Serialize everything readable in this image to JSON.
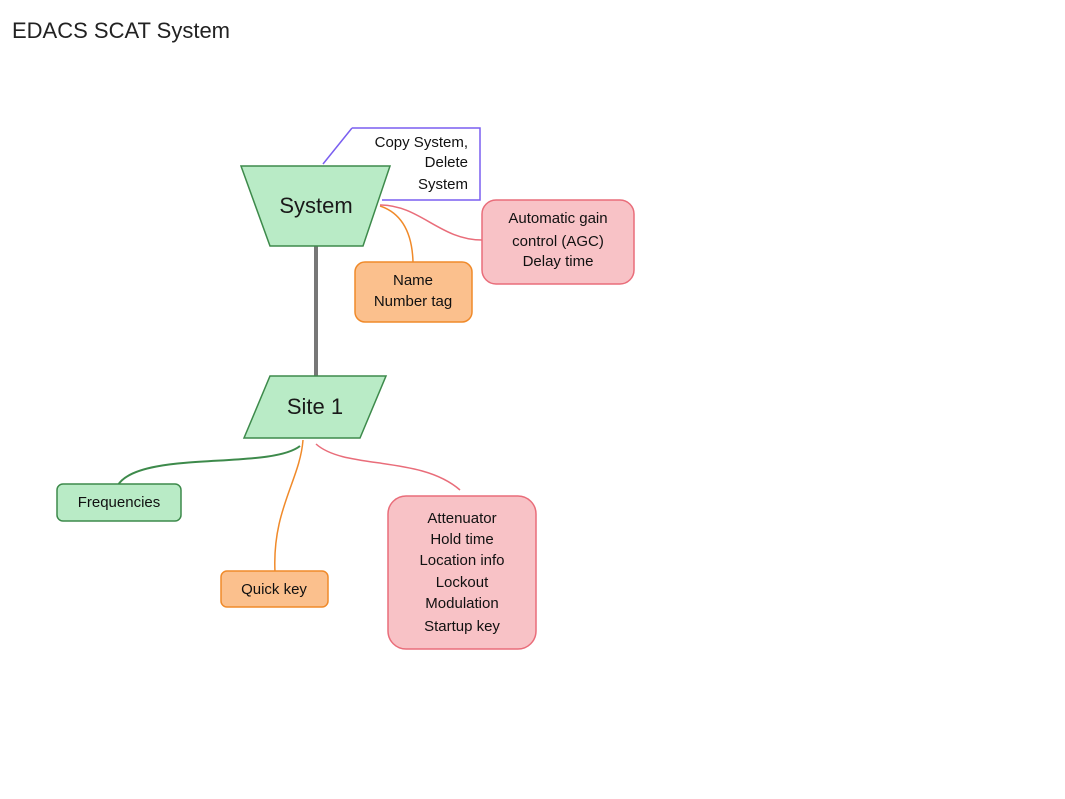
{
  "title": "EDACS SCAT System",
  "colors": {
    "green_fill": "#b9ebc6",
    "green_stroke": "#3d8a4b",
    "orange_fill": "#fbc08d",
    "orange_stroke": "#f08a2a",
    "pink_fill": "#f8c2c6",
    "pink_stroke": "#e96d7a",
    "purple_stroke": "#7a5ff0",
    "connector_gray": "#777777"
  },
  "nodes": {
    "system": {
      "label": "System"
    },
    "site": {
      "label": "Site 1"
    },
    "system_callout": {
      "lines": [
        "Copy System,",
        "Delete",
        "System"
      ]
    },
    "system_agc": {
      "lines": [
        "Automatic gain",
        "control (AGC)",
        "Delay time"
      ]
    },
    "system_name": {
      "lines": [
        "Name",
        "Number tag"
      ]
    },
    "frequencies": {
      "label": "Frequencies"
    },
    "quick_key": {
      "label": "Quick key"
    },
    "site_settings": {
      "lines": [
        "Attenuator",
        "Hold time",
        "Location info",
        "Lockout",
        "Modulation",
        "Startup key"
      ]
    }
  }
}
